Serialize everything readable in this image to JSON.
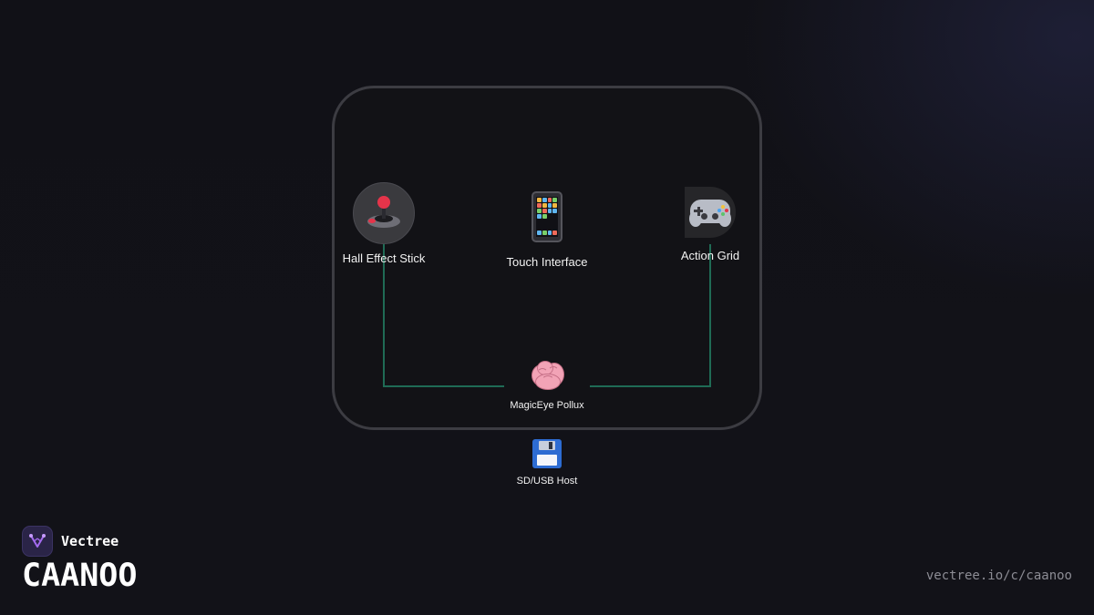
{
  "diagram": {
    "nodes": {
      "stick": {
        "label": "Hall Effect Stick",
        "icon": "joystick-icon"
      },
      "touch": {
        "label": "Touch Interface",
        "icon": "mobile-phone-icon"
      },
      "grid": {
        "label": "Action Grid",
        "icon": "gamepad-icon"
      },
      "core": {
        "label": "MagicEye Pollux",
        "icon": "brain-icon"
      },
      "storage": {
        "label": "SD/USB Host",
        "icon": "floppy-disk-icon"
      }
    },
    "connections": [
      {
        "from": "stick",
        "to": "core"
      },
      {
        "from": "grid",
        "to": "core"
      }
    ],
    "colors": {
      "connector": "#1f6b55",
      "device_outline": "#3c3c42",
      "background": "#111117"
    }
  },
  "branding": {
    "company": "Vectree",
    "product": "CAANOO",
    "url": "vectree.io/c/caanoo"
  }
}
